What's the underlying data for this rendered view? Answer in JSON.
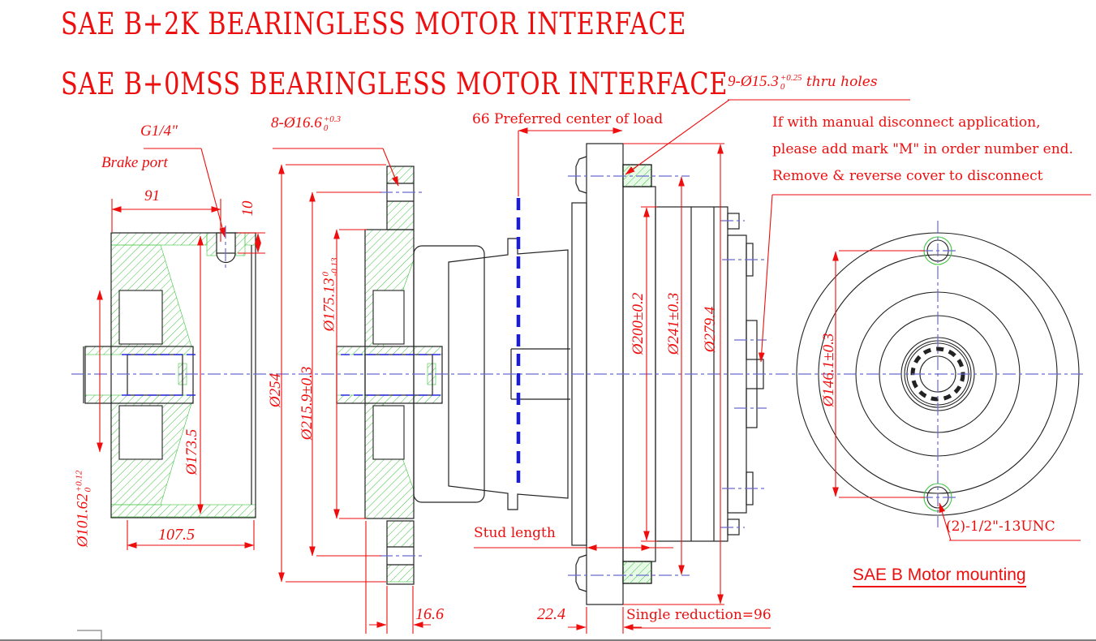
{
  "titles": {
    "line1": "SAE B+2K BEARINGLESS MOTOR INTERFACE",
    "line2": "SAE B+0MSS BEARINGLESS MOTOR INTERFACE"
  },
  "labels": {
    "thru_holes": {
      "pre": "9-Ø15.3",
      "tol_top": "+0.25",
      "tol_bot": "0",
      "post": " thru holes"
    },
    "center_of_load": "66 Preferred center of load",
    "note_line1": "If with manual disconnect application,",
    "note_line2": "please add mark \"M\" in order number end.",
    "note_line3": "Remove & reverse cover to disconnect",
    "g14": "G1/4\"",
    "brake_port": "Brake port",
    "holes8": {
      "pre": "8-Ø16.6",
      "tol_top": "+0.3",
      "tol_bot": "0"
    },
    "stud_length": "Stud length",
    "single_reduction": "Single reduction=96",
    "unc": "(2)-1/2\"-13UNC",
    "sae_b_mounting": "SAE B Motor mounting"
  },
  "dimensions": {
    "d91": "91",
    "d10": "10",
    "d254": "Ø254",
    "d2159": "Ø215.9±0.3",
    "d17513": {
      "pre": "Ø175.13",
      "tol_top": "0",
      "tol_bot": "-0.13"
    },
    "d1735": "Ø173.5",
    "d10162": {
      "pre": "Ø101.62",
      "tol_top": "+0.12",
      "tol_bot": "0"
    },
    "d1075": "107.5",
    "d166": "16.6",
    "d224": "22.4",
    "d200": "Ø200±0.2",
    "d241": "Ø241±0.3",
    "d2794": "Ø279.4",
    "d1461": "Ø146.1±0.3"
  },
  "colors": {
    "dimension_red": "#ee0e0e",
    "centerline_blue": "#6a6ad0",
    "load_line_blue": "#1b1bdf",
    "hatch_green": "#3ec43e",
    "outline_black": "#222222"
  }
}
